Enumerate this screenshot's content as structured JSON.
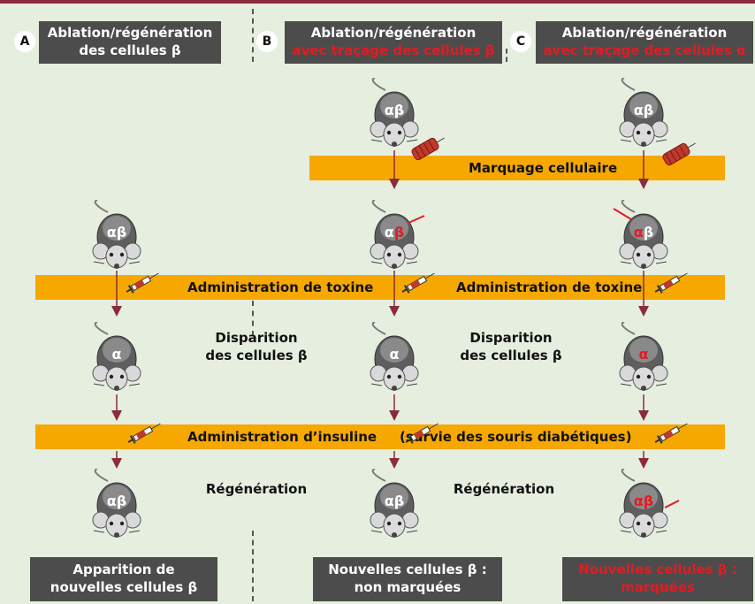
{
  "panels": {
    "A": {
      "letter": "A",
      "header_line1": "Ablation/régénération",
      "header_line2": "des cellules β",
      "mid1_line1": "Disparition",
      "mid1_line2": "des cellules β",
      "mid2": "Régénération",
      "bottom_line1": "Apparition de",
      "bottom_line2": "nouvelles cellules β"
    },
    "B": {
      "letter": "B",
      "header_line1": "Ablation/régénération",
      "header_line2": "avec traçage des cellules β",
      "mid1_line1": "Disparition",
      "mid1_line2": "des cellules β",
      "mid2": "Régénération",
      "bottom_line1": "Nouvelles cellules β :",
      "bottom_line2": "non marquées"
    },
    "C": {
      "letter": "C",
      "header_line1": "Ablation/régénération",
      "header_line2": "avec traçage des cellules α",
      "bottom_line1": "Nouvelles cellules β :",
      "bottom_line2": "marquées"
    }
  },
  "bands": {
    "marquage": "Marquage cellulaire",
    "toxine_1": "Administration de toxine",
    "toxine_2": "Administration de toxine",
    "insuline": "Administration d’insuline",
    "survie": "(survie des souris diabétiques)"
  },
  "mice": {
    "B_top": "αβ",
    "C_top": "αβ",
    "A_1": "αβ",
    "B_marked_alpha": "α",
    "B_marked_beta": "β",
    "C_marked_alpha": "α",
    "C_marked_beta": "β",
    "A_2": "α",
    "B_2": "α",
    "C_2": "α",
    "A_3": "αβ",
    "B_3": "αβ",
    "C_3": "αβ"
  },
  "colors": {
    "background": "#e6eee0",
    "header_bg": "#4c4c4c",
    "band": "#f6a800",
    "red_highlight": "#e31b23",
    "top_rule": "#8a2c3c"
  }
}
